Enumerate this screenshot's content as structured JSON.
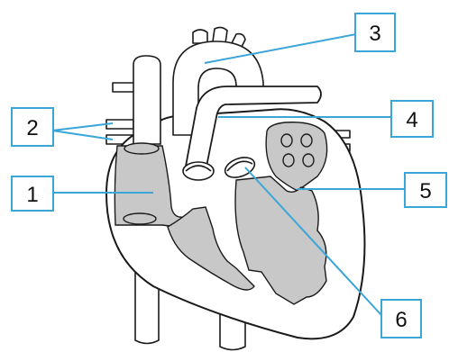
{
  "labels": [
    {
      "id": "1",
      "text": "1"
    },
    {
      "id": "2",
      "text": "2"
    },
    {
      "id": "3",
      "text": "3"
    },
    {
      "id": "4",
      "text": "4"
    },
    {
      "id": "5",
      "text": "5"
    },
    {
      "id": "6",
      "text": "6"
    }
  ],
  "colors": {
    "outline": "#1a1a1a",
    "chamber_fill": "#c8c8c8",
    "leader_line": "#3aa6d8",
    "box_border": "#3aa6d8",
    "background": "#ffffff"
  }
}
